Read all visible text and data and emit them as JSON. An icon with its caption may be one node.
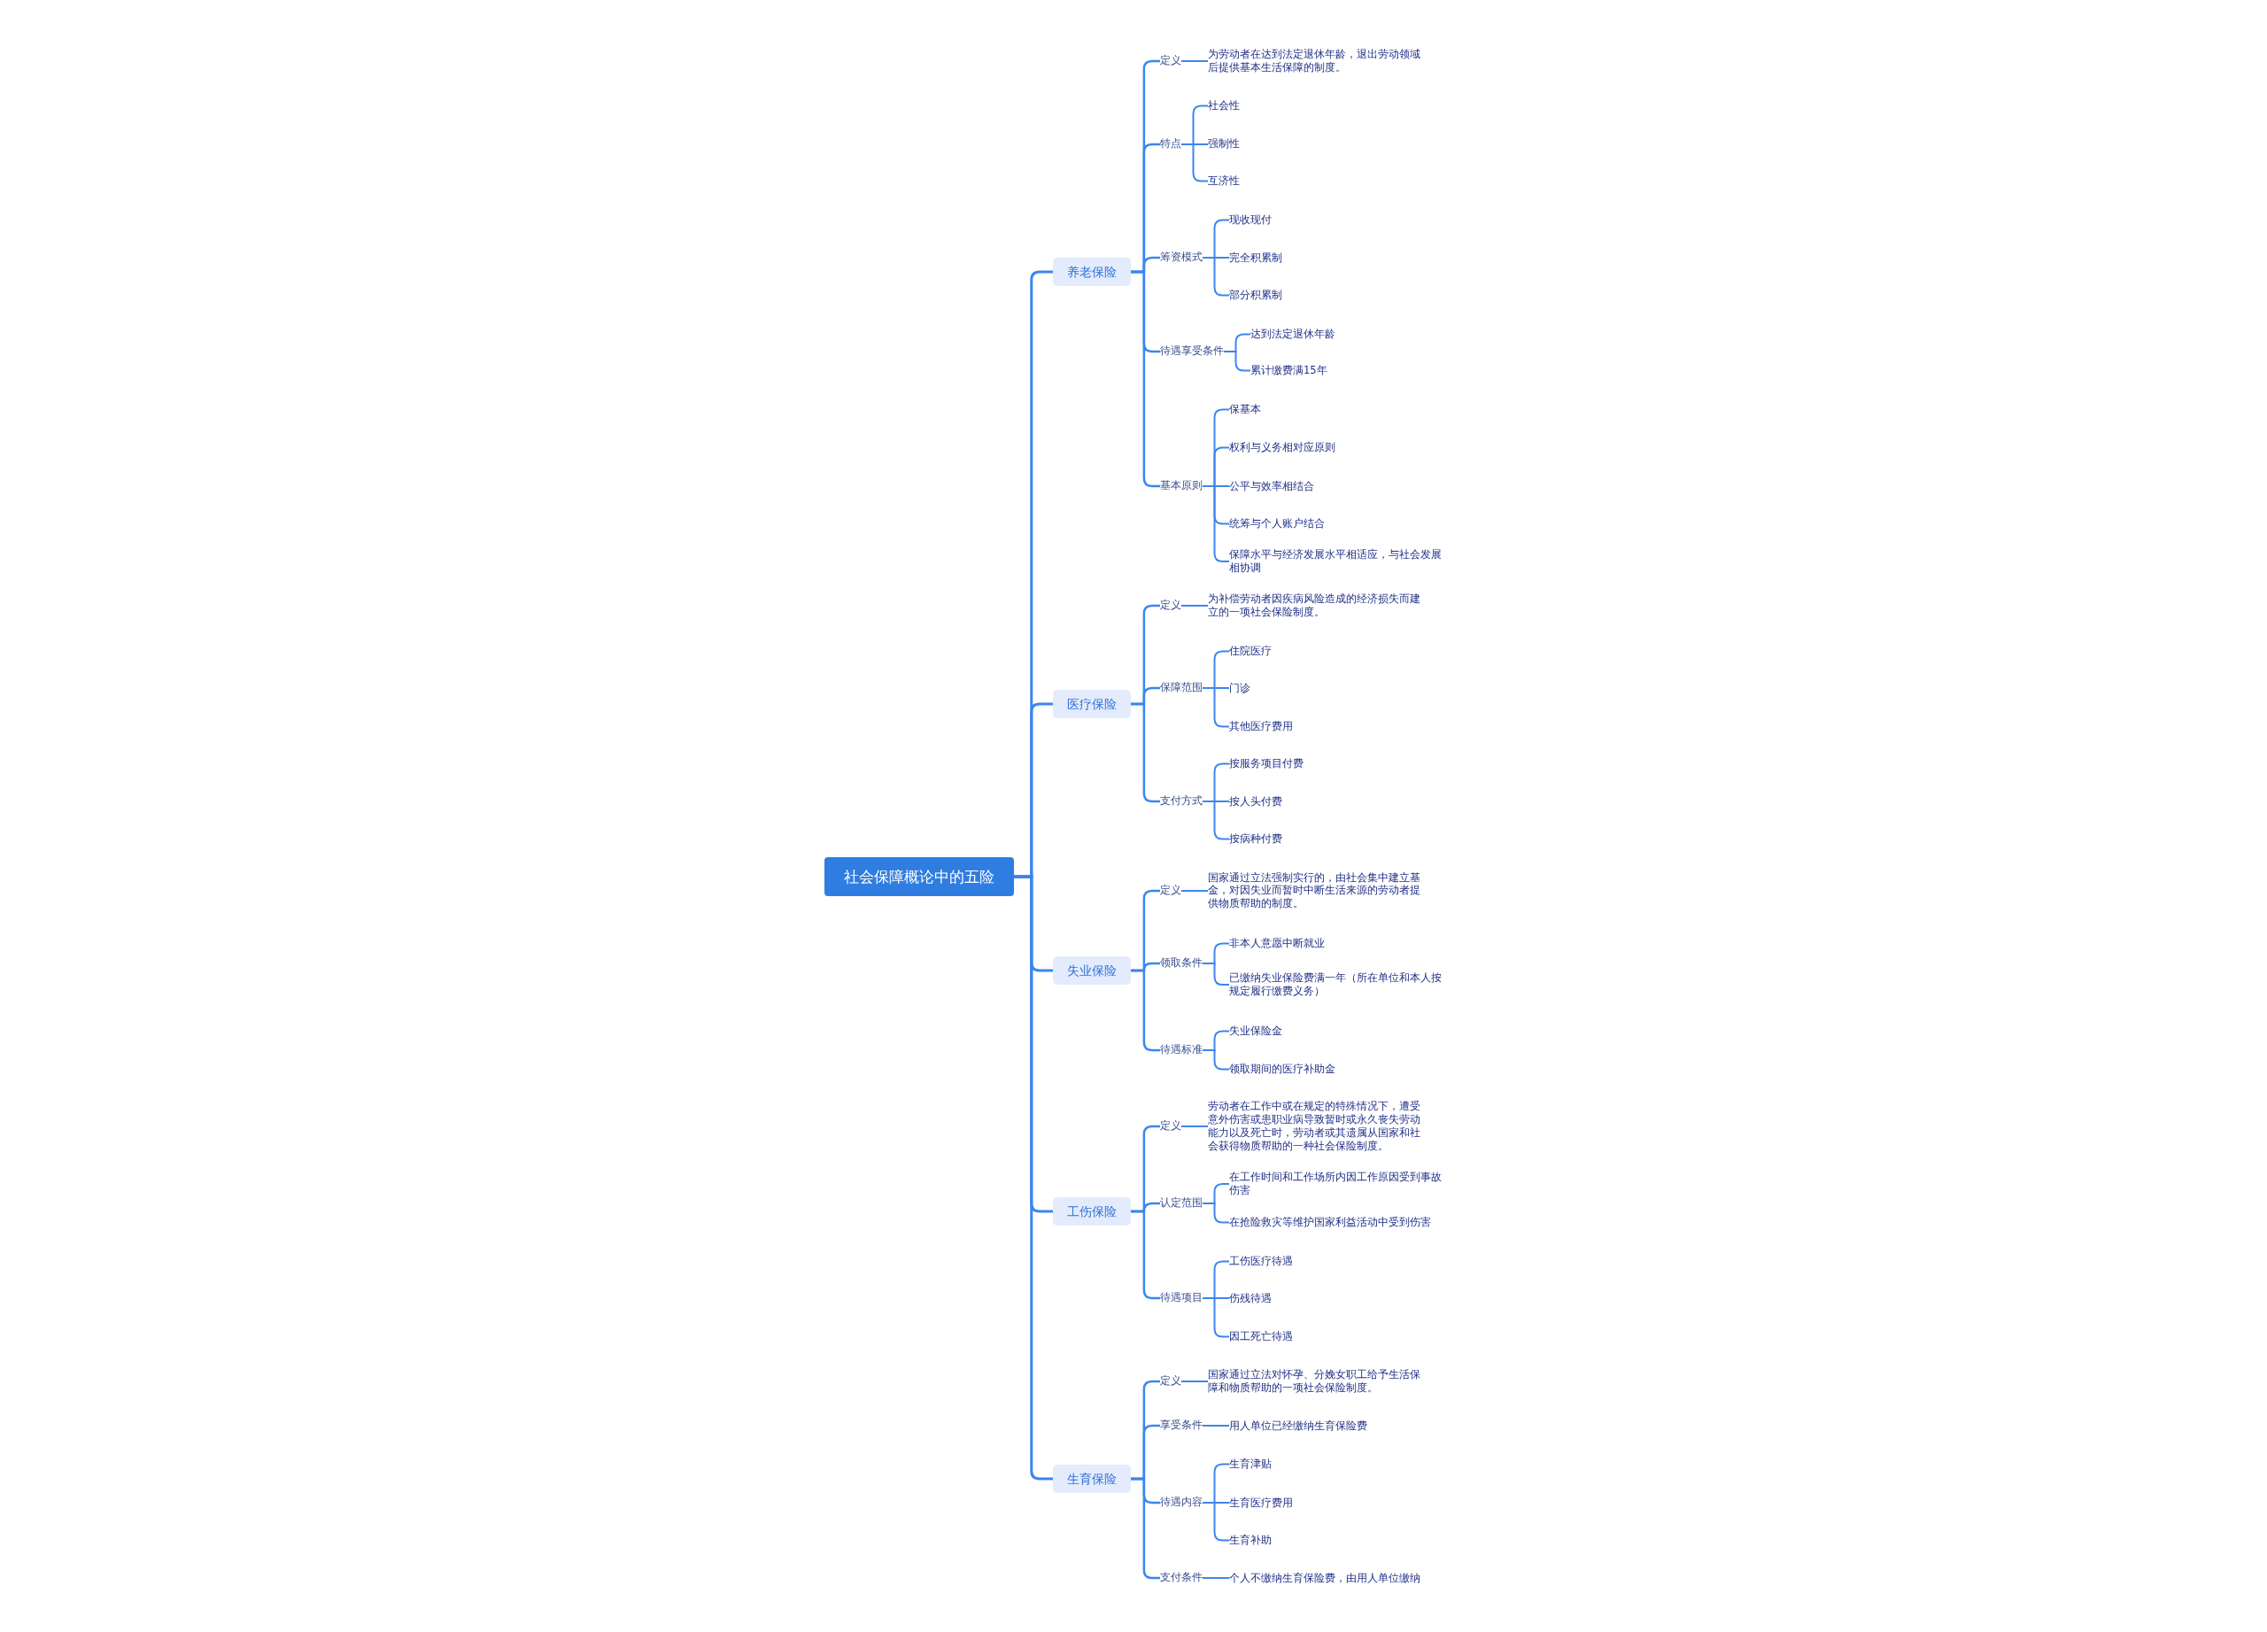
{
  "diagram": {
    "nodes": [
      {
        "text": [
          "社会保障概论中的五险"
        ]
      },
      {
        "text": [
          "养老保险"
        ]
      },
      {
        "text": [
          "定义"
        ]
      },
      {
        "text": [
          "为劳动者在达到法定退休年龄，退出劳动领域后提供基本生活保障的制度。"
        ]
      },
      {
        "text": [
          "特点"
        ]
      },
      {
        "text": [
          "社会性"
        ]
      },
      {
        "text": [
          "强制性"
        ]
      },
      {
        "text": [
          "互济性"
        ]
      },
      {
        "text": [
          "筹资模式"
        ]
      },
      {
        "text": [
          "现收现付"
        ]
      },
      {
        "text": [
          "完全积累制"
        ]
      },
      {
        "text": [
          "部分积累制"
        ]
      },
      {
        "text": [
          "待遇享受条件"
        ]
      },
      {
        "text": [
          "达到法定退休年龄"
        ]
      },
      {
        "text": [
          "累计缴费满15年"
        ]
      },
      {
        "text": [
          "基本原则"
        ]
      },
      {
        "text": [
          "保基本"
        ]
      },
      {
        "text": [
          "权利与义务相对应原则"
        ]
      },
      {
        "text": [
          "公平与效率相结合"
        ]
      },
      {
        "text": [
          "统筹与个人账户结合"
        ]
      },
      {
        "text": [
          "保障水平与经济发展水平相适应，与社会发展相协调"
        ]
      },
      {
        "text": [
          "医疗保险"
        ]
      },
      {
        "text": [
          "定义"
        ]
      },
      {
        "text": [
          "为补偿劳动者因疾病风险造成的经济损失而建立的一项社会保险制度。"
        ]
      },
      {
        "text": [
          "保障范围"
        ]
      },
      {
        "text": [
          "住院医疗"
        ]
      },
      {
        "text": [
          "门诊"
        ]
      },
      {
        "text": [
          "其他医疗费用"
        ]
      },
      {
        "text": [
          "支付方式"
        ]
      },
      {
        "text": [
          "按服务项目付费"
        ]
      },
      {
        "text": [
          "按人头付费"
        ]
      },
      {
        "text": [
          "按病种付费"
        ]
      },
      {
        "text": [
          "失业保险"
        ]
      },
      {
        "text": [
          "定义"
        ]
      },
      {
        "text": [
          "国家通过立法强制实行的，由社会集中建立基金，对因失业而暂时中断生活来源的劳动者提供物质帮助的制度。"
        ]
      },
      {
        "text": [
          "领取条件"
        ]
      },
      {
        "text": [
          "非本人意愿中断就业"
        ]
      },
      {
        "text": [
          "已缴纳失业保险费满一年（所在单位和本人按规定履行缴费义务）"
        ]
      },
      {
        "text": [
          "待遇标准"
        ]
      },
      {
        "text": [
          "失业保险金"
        ]
      },
      {
        "text": [
          "领取期间的医疗补助金"
        ]
      },
      {
        "text": [
          "工伤保险"
        ]
      },
      {
        "text": [
          "定义"
        ]
      },
      {
        "text": [
          "劳动者在工作中或在规定的特殊情况下，遭受意外伤害或患职业病导致暂时或永久丧失劳动能力以及死亡时，劳动者或其遗属从国家和社会获得物质帮助的一种社会保险制度。"
        ]
      },
      {
        "text": [
          "认定范围"
        ]
      },
      {
        "text": [
          "在工作时间和工作场所内因工作原因受到事故伤害"
        ]
      },
      {
        "text": [
          "在抢险救灾等维护国家利益活动中受到伤害"
        ]
      },
      {
        "text": [
          "待遇项目"
        ]
      },
      {
        "text": [
          "工伤医疗待遇"
        ]
      },
      {
        "text": [
          "伤残待遇"
        ]
      },
      {
        "text": [
          "因工死亡待遇"
        ]
      },
      {
        "text": [
          "生育保险"
        ]
      },
      {
        "text": [
          "定义"
        ]
      },
      {
        "text": [
          "国家通过立法对怀孕、分娩女职工给予生活保障和物质帮助的一项社会保险制度。"
        ]
      },
      {
        "text": [
          "享受条件"
        ]
      },
      {
        "text": [
          "用人单位已经缴纳生育保险费"
        ]
      },
      {
        "text": [
          "待遇内容"
        ]
      },
      {
        "text": [
          "生育津贴"
        ]
      },
      {
        "text": [
          "生育医疗费用"
        ]
      },
      {
        "text": [
          "生育补助"
        ]
      },
      {
        "text": [
          "支付条件"
        ]
      },
      {
        "text": [
          "个人不缴纳生育保险费，由用人单位缴纳"
        ]
      }
    ],
    "edges": [
      {
        "from": 0,
        "to": 1,
        "arrow": "none"
      },
      {
        "from": 0,
        "to": 21,
        "arrow": "none"
      },
      {
        "from": 0,
        "to": 32,
        "arrow": "none"
      },
      {
        "from": 0,
        "to": 41,
        "arrow": "none"
      },
      {
        "from": 0,
        "to": 51,
        "arrow": "none"
      },
      {
        "from": 1,
        "to": 2,
        "arrow": "none"
      },
      {
        "from": 1,
        "to": 4,
        "arrow": "none"
      },
      {
        "from": 1,
        "to": 8,
        "arrow": "none"
      },
      {
        "from": 1,
        "to": 12,
        "arrow": "none"
      },
      {
        "from": 1,
        "to": 15,
        "arrow": "none"
      },
      {
        "from": 2,
        "to": 3,
        "arrow": "none"
      },
      {
        "from": 4,
        "to": 5,
        "arrow": "none"
      },
      {
        "from": 4,
        "to": 6,
        "arrow": "none"
      },
      {
        "from": 4,
        "to": 7,
        "arrow": "none"
      },
      {
        "from": 8,
        "to": 9,
        "arrow": "none"
      },
      {
        "from": 8,
        "to": 10,
        "arrow": "none"
      },
      {
        "from": 8,
        "to": 11,
        "arrow": "none"
      },
      {
        "from": 12,
        "to": 13,
        "arrow": "none"
      },
      {
        "from": 12,
        "to": 14,
        "arrow": "none"
      },
      {
        "from": 15,
        "to": 16,
        "arrow": "none"
      },
      {
        "from": 15,
        "to": 17,
        "arrow": "none"
      },
      {
        "from": 15,
        "to": 18,
        "arrow": "none"
      },
      {
        "from": 15,
        "to": 19,
        "arrow": "none"
      },
      {
        "from": 15,
        "to": 20,
        "arrow": "none"
      },
      {
        "from": 21,
        "to": 22,
        "arrow": "none"
      },
      {
        "from": 21,
        "to": 24,
        "arrow": "none"
      },
      {
        "from": 21,
        "to": 28,
        "arrow": "none"
      },
      {
        "from": 22,
        "to": 23,
        "arrow": "none"
      },
      {
        "from": 24,
        "to": 25,
        "arrow": "none"
      },
      {
        "from": 24,
        "to": 26,
        "arrow": "none"
      },
      {
        "from": 24,
        "to": 27,
        "arrow": "none"
      },
      {
        "from": 28,
        "to": 29,
        "arrow": "none"
      },
      {
        "from": 28,
        "to": 30,
        "arrow": "none"
      },
      {
        "from": 28,
        "to": 31,
        "arrow": "none"
      },
      {
        "from": 32,
        "to": 33,
        "arrow": "none"
      },
      {
        "from": 32,
        "to": 35,
        "arrow": "none"
      },
      {
        "from": 32,
        "to": 38,
        "arrow": "none"
      },
      {
        "from": 33,
        "to": 34,
        "arrow": "none"
      },
      {
        "from": 35,
        "to": 36,
        "arrow": "none"
      },
      {
        "from": 35,
        "to": 37,
        "arrow": "none"
      },
      {
        "from": 38,
        "to": 39,
        "arrow": "none"
      },
      {
        "from": 38,
        "to": 40,
        "arrow": "none"
      },
      {
        "from": 41,
        "to": 42,
        "arrow": "none"
      },
      {
        "from": 41,
        "to": 44,
        "arrow": "none"
      },
      {
        "from": 41,
        "to": 47,
        "arrow": "none"
      },
      {
        "from": 42,
        "to": 43,
        "arrow": "none"
      },
      {
        "from": 44,
        "to": 45,
        "arrow": "none"
      },
      {
        "from": 44,
        "to": 46,
        "arrow": "none"
      },
      {
        "from": 47,
        "to": 48,
        "arrow": "none"
      },
      {
        "from": 47,
        "to": 49,
        "arrow": "none"
      },
      {
        "from": 47,
        "to": 50,
        "arrow": "none"
      },
      {
        "from": 51,
        "to": 52,
        "arrow": "none"
      },
      {
        "from": 51,
        "to": 54,
        "arrow": "none"
      },
      {
        "from": 51,
        "to": 56,
        "arrow": "none"
      },
      {
        "from": 51,
        "to": 60,
        "arrow": "none"
      },
      {
        "from": 52,
        "to": 53,
        "arrow": "none"
      },
      {
        "from": 54,
        "to": 55,
        "arrow": "none"
      },
      {
        "from": 56,
        "to": 57,
        "arrow": "none"
      },
      {
        "from": 56,
        "to": 58,
        "arrow": "none"
      },
      {
        "from": 56,
        "to": 59,
        "arrow": "none"
      },
      {
        "from": 60,
        "to": 61,
        "arrow": "none"
      }
    ]
  }
}
